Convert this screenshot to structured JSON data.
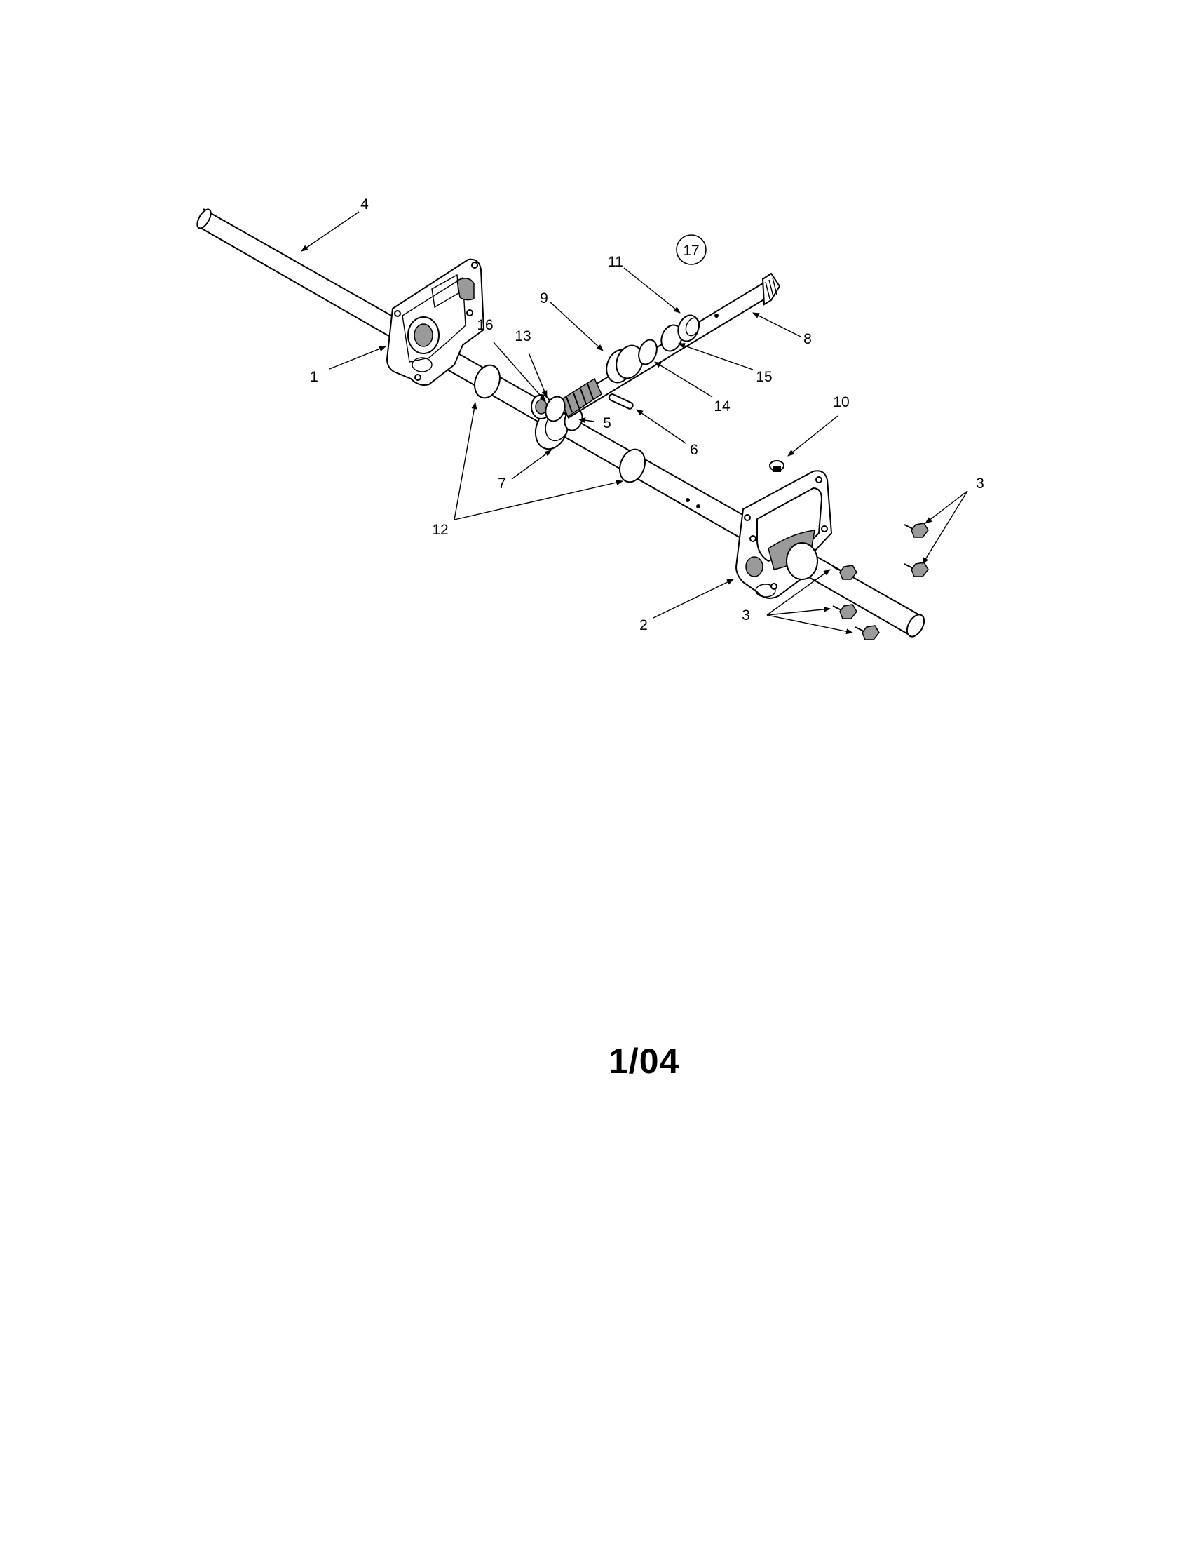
{
  "callouts": {
    "c1": "1",
    "c2": "2",
    "c3a": "3",
    "c3b": "3",
    "c4": "4",
    "c5": "5",
    "c6": "6",
    "c7": "7",
    "c8": "8",
    "c9": "9",
    "c10": "10",
    "c11": "11",
    "c12": "12",
    "c13": "13",
    "c14": "14",
    "c15": "15",
    "c16": "16",
    "c17": "17"
  },
  "date_code": "1/04"
}
